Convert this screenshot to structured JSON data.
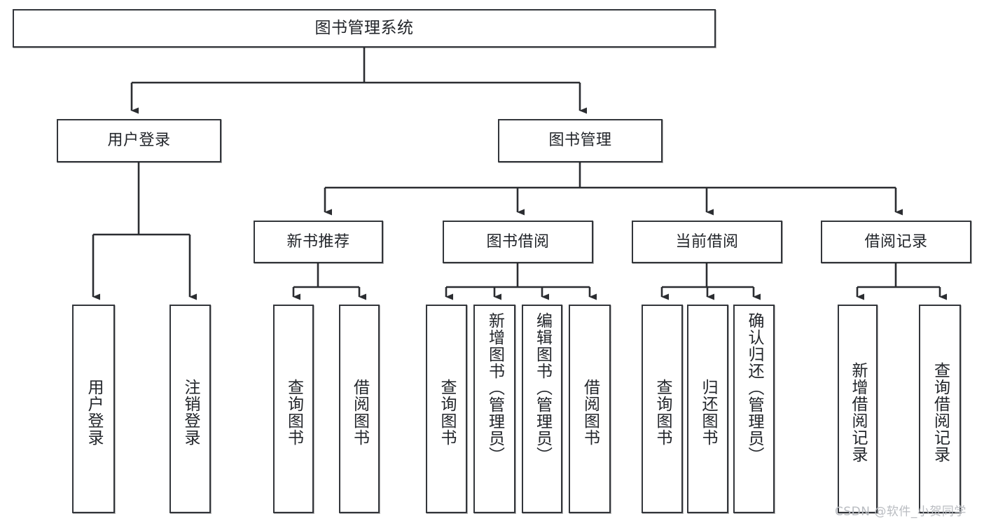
{
  "diagram": {
    "title": "图书管理系统",
    "type": "tree-hierarchy",
    "colors": {
      "box_border": "#33363b",
      "box_fill": "#ffffff",
      "edge": "#2b2d31",
      "text": "#22252a",
      "watermark": "#b9bcc1",
      "background": "#ffffff"
    },
    "root": {
      "id": "root",
      "label": "图书管理系统"
    },
    "level1": [
      {
        "id": "user-login",
        "label": "用户登录"
      },
      {
        "id": "book-manage",
        "label": "图书管理"
      }
    ],
    "level2": [
      {
        "id": "new-book-recommend",
        "label": "新书推荐",
        "parent": "book-manage"
      },
      {
        "id": "book-borrow",
        "label": "图书借阅",
        "parent": "book-manage"
      },
      {
        "id": "current-borrow",
        "label": "当前借阅",
        "parent": "book-manage"
      },
      {
        "id": "borrow-record",
        "label": "借阅记录",
        "parent": "book-manage"
      }
    ],
    "leaves": {
      "user-login": [
        {
          "id": "leaf-user-login",
          "label": "用户登录"
        },
        {
          "id": "leaf-logout",
          "label": "注销登录"
        }
      ],
      "new-book-recommend": [
        {
          "id": "leaf-query-book-1",
          "label": "查询图书"
        },
        {
          "id": "leaf-borrow-book-1",
          "label": "借阅图书"
        }
      ],
      "book-borrow": [
        {
          "id": "leaf-query-book-2",
          "label": "查询图书"
        },
        {
          "id": "leaf-add-book",
          "label": "新增图书（管理员）"
        },
        {
          "id": "leaf-edit-book",
          "label": "编辑图书（管理员）"
        },
        {
          "id": "leaf-borrow-book-2",
          "label": "借阅图书"
        }
      ],
      "current-borrow": [
        {
          "id": "leaf-query-book-3",
          "label": "查询图书"
        },
        {
          "id": "leaf-return-book",
          "label": "归还图书"
        },
        {
          "id": "leaf-confirm-return",
          "label": "确认归还（管理员）"
        }
      ],
      "borrow-record": [
        {
          "id": "leaf-add-record",
          "label": "新增借阅记录"
        },
        {
          "id": "leaf-query-record",
          "label": "查询借阅记录"
        }
      ]
    },
    "watermark": "CSDN @软件_小贺同学"
  }
}
